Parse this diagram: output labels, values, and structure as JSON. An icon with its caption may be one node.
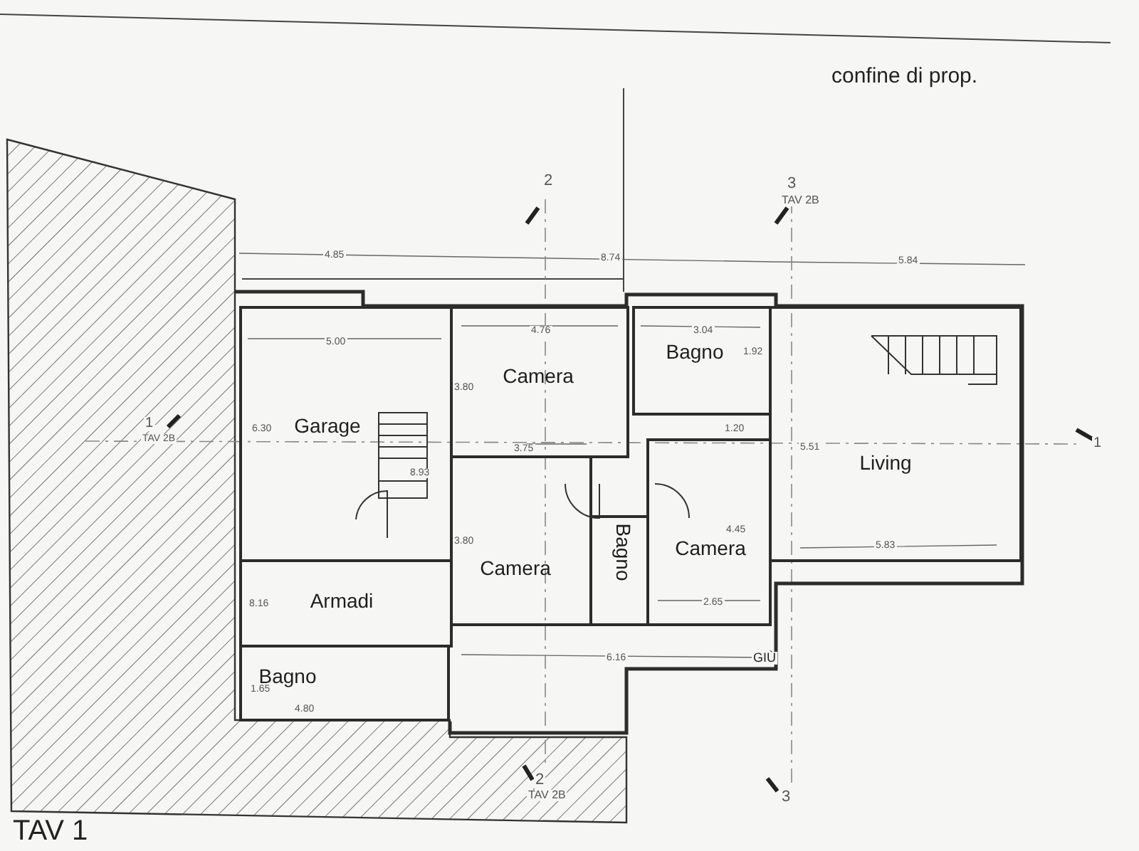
{
  "diagram": {
    "nodes": [
      {
        "text": [
          "Garage"
        ]
      },
      {
        "text": [
          "Camera"
        ]
      },
      {
        "text": [
          "Bagno"
        ]
      },
      {
        "text": [
          "Living"
        ]
      },
      {
        "text": [
          "Camera"
        ]
      },
      {
        "text": [
          "Bagno"
        ]
      },
      {
        "text": [
          "Camera"
        ]
      },
      {
        "text": [
          "Armadi"
        ]
      },
      {
        "text": [
          "Bagno"
        ]
      }
    ],
    "edges": [],
    "labels": [
      "confine di prop.",
      "2",
      "3",
      "TAV 2B",
      "4.85",
      "8.74",
      "5.84",
      "5.00",
      "4.76",
      "3.04",
      "1.92",
      "3.80",
      "1",
      "TAV 2B",
      "6.30",
      "1.20",
      "3.75",
      "5.51",
      "8.93",
      "1",
      "4.45",
      "3.80",
      "5.83",
      "8.16",
      "2.65",
      "6.16",
      "GIÙ",
      "1.65",
      "4.80",
      "2",
      "TAV 2B",
      "3",
      "TAV 1"
    ]
  }
}
